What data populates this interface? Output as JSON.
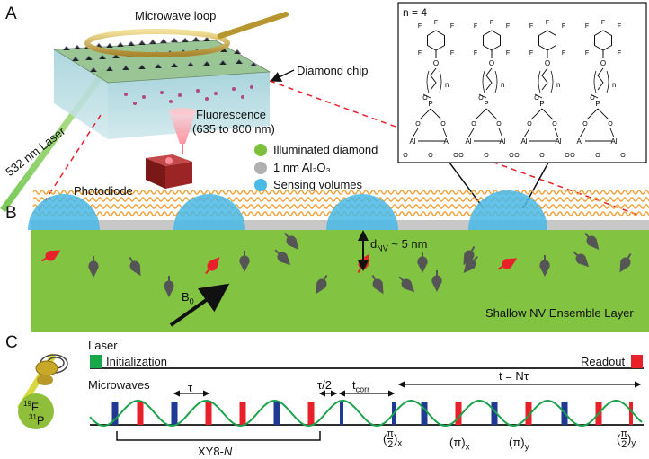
{
  "panels": {
    "a": {
      "letter": "A",
      "microwave_loop": "Microwave loop",
      "diamond_chip": "Diamond chip",
      "fluorescence_line1": "Fluorescence",
      "fluorescence_line2": "(635 to 800 nm)",
      "laser": "532 nm Laser",
      "photodiode": "Photodiode",
      "legend": [
        {
          "label": "Illuminated diamond",
          "color": "#7dbf3a"
        },
        {
          "label": "1 nm Al₂O₃",
          "color": "#b0b0b0"
        },
        {
          "label": "Sensing volumes",
          "color": "#49b9e6"
        }
      ],
      "molecule": {
        "n_label": "n = 4",
        "n": "n",
        "F": "F",
        "O": "O",
        "P": "P",
        "Al": "Al"
      }
    },
    "b": {
      "letter": "B",
      "depth_label": "d",
      "depth_sub": "NV",
      "depth_value": "~ 5 nm",
      "b0": "B",
      "b0_sub": "0",
      "layer_label": "Shallow NV Ensemble Layer"
    },
    "c": {
      "letter": "C",
      "laser": "Laser",
      "initialization": "Initialization",
      "readout": "Readout",
      "microwaves": "Microwaves",
      "tau": "τ",
      "tau_half": "τ/2",
      "t_corr": "t",
      "t_corr_sub": "corr",
      "t_total": "t = Nτ",
      "xy8": "XY8-",
      "xy8_n": "N",
      "pulse_pi2_x": "x",
      "pulse_pi_x": "(π)",
      "pulse_pi_x_sub": "x",
      "pulse_pi_y": "(π)",
      "pulse_pi_y_sub": "y",
      "pulse_pi2_y": "y",
      "pi": "π",
      "two": "2",
      "f19_mass": "19",
      "f19": "F",
      "p31_mass": "31",
      "p31": "P",
      "colors": {
        "pulse_x": "#1f3a93",
        "pulse_y": "#e8202a",
        "wave": "#1aa34a",
        "laser_init": "#18a84a",
        "laser_read": "#e8202a"
      }
    }
  }
}
